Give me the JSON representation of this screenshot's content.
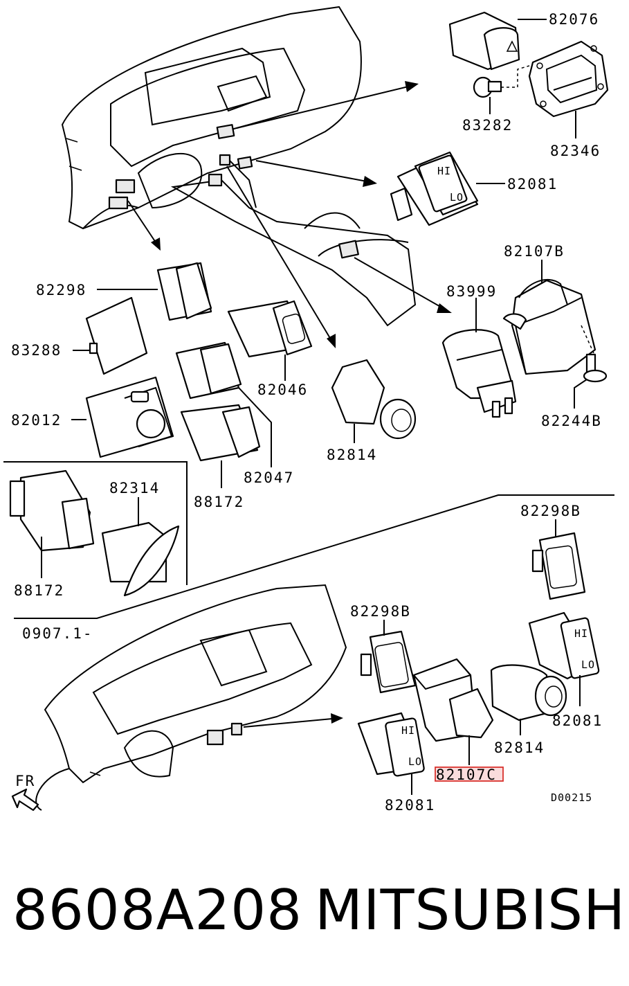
{
  "callouts": {
    "p82076": "82076",
    "p83282": "83282",
    "p82346": "82346",
    "p82081_top": "82081",
    "p82107B": "82107B",
    "p83999": "83999",
    "p82244B": "82244B",
    "p82298": "82298",
    "p83288": "83288",
    "p82046": "82046",
    "p82012": "82012",
    "p82047": "82047",
    "p88172_mid": "88172",
    "p82814_mid": "82814",
    "p82314": "82314",
    "p88172_inset": "88172",
    "p82298B_right": "82298B",
    "p82298B_left": "82298B",
    "p82081_right": "82081",
    "p82814_low": "82814",
    "p82107C": "82107C",
    "p82081_low": "82081"
  },
  "annotations": {
    "date_code": "0907.1-",
    "direction": "FR",
    "diagram_id": "D00215",
    "switch_hi": "HI",
    "switch_lo": "LO"
  },
  "footer": {
    "part_number": "8608A208",
    "brand": "MITSUBISHI"
  },
  "highlight_color": "#d9312c"
}
